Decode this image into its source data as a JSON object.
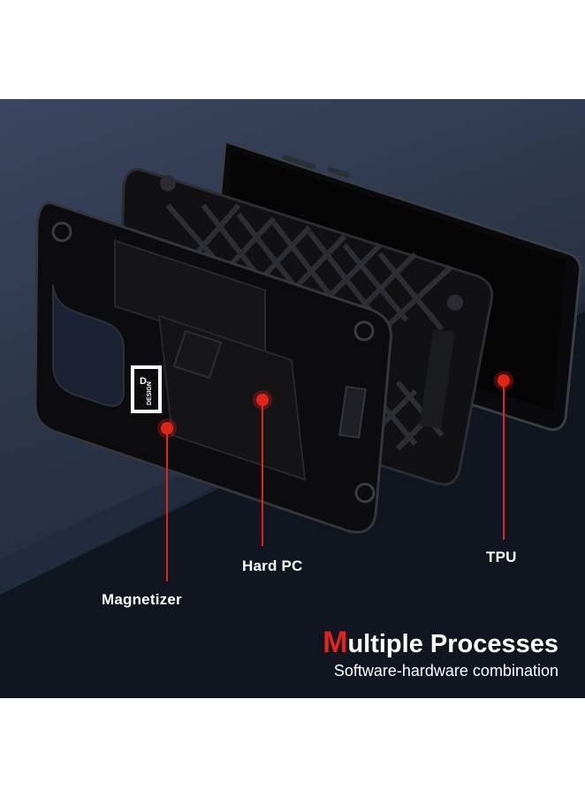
{
  "labels": {
    "hard_pc": "Hard PC",
    "tpu": "TPU",
    "magnetizer": "Magnetizer"
  },
  "logo_text": "DESIGN",
  "headline": {
    "first_letter": "M",
    "rest": "ultiple Processes"
  },
  "subline": "Software-hardware combination",
  "colors": {
    "accent": "#e0241b",
    "background": "#2a3346",
    "case": "#0d0d0f",
    "text": "#ffffff"
  }
}
